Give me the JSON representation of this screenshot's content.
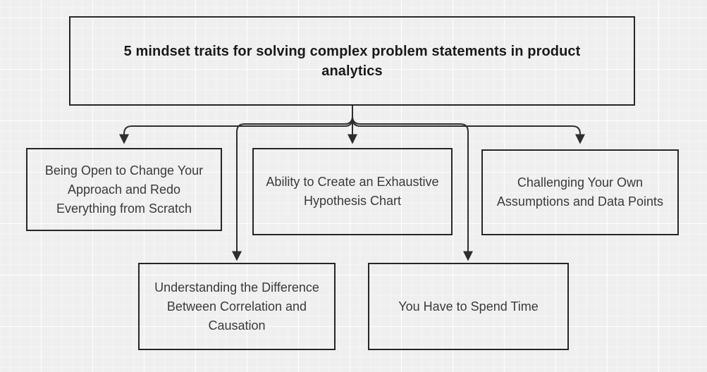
{
  "canvas": {
    "background_color": "#efefef",
    "grid_line_color": "#ffffff",
    "connector_color": "#2e2e2e",
    "box_border_color": "#262626",
    "title_text_color": "#1a1a1a",
    "node_text_color": "#3a3a3a"
  },
  "title": {
    "label": "5 mindset traits for solving complex problem statements in product\nanalytics"
  },
  "nodes": [
    {
      "id": "open-to-change",
      "label": "Being Open to Change Your\nApproach and Redo\nEverything from Scratch"
    },
    {
      "id": "hypothesis-chart",
      "label": "Ability to Create an Exhaustive\nHypothesis Chart"
    },
    {
      "id": "challenge-assumptions",
      "label": "Challenging Your Own\nAssumptions and Data Points"
    },
    {
      "id": "correlation-causation",
      "label": "Understanding the Difference\nBetween Correlation and\nCausation"
    },
    {
      "id": "spend-time",
      "label": "You Have to Spend Time"
    }
  ]
}
